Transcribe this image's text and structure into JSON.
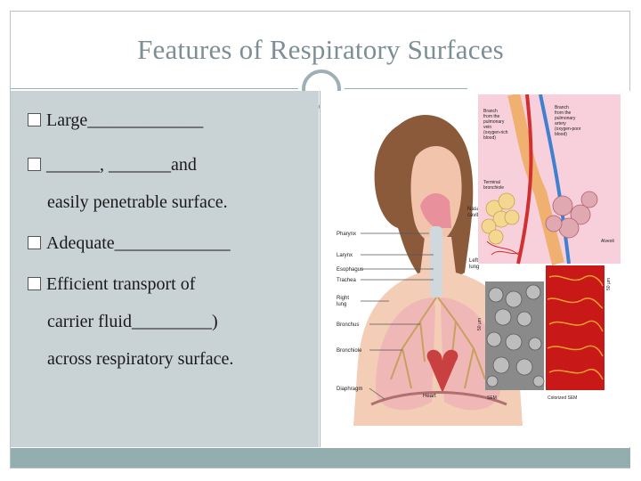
{
  "slide": {
    "title": "Features of Respiratory Surfaces"
  },
  "bullets": [
    {
      "text": "Large_____________"
    },
    {
      "text": "______, _______and"
    },
    {
      "text": "easily penetrable surface."
    },
    {
      "text": "Adequate_____________"
    },
    {
      "text": "Efficient transport of"
    },
    {
      "text": "carrier fluid_________)"
    },
    {
      "text": "across respiratory surface."
    }
  ],
  "figure": {
    "labels": {
      "branch_pulmonary_vein": [
        "Branch",
        "from the",
        "pulmonary",
        "vein",
        "(oxygen-rich",
        "blood)"
      ],
      "branch_pulmonary_artery": [
        "Branch",
        "from the",
        "pulmonary",
        "artery",
        "(oxygen-poor",
        "blood)"
      ],
      "terminal_bronchiole": [
        "Terminal",
        "bronchiole"
      ],
      "nasal_cavity": [
        "Nasal",
        "cavity"
      ],
      "pharynx": "Pharynx",
      "larynx": "Larynx",
      "esophagus": "Esophagus",
      "trachea": "Trachea",
      "right_lung": [
        "Right",
        "lung"
      ],
      "left_lung": [
        "Left",
        "lung"
      ],
      "bronchus": "Bronchus",
      "bronchiole": "Bronchiole",
      "diaphragm": "Diaphragm",
      "heart": "Heart",
      "alveoli": "Alveoli",
      "sem": "SEM",
      "colorized_sem": "Colorized SEM",
      "scale_50um_a": "50 µm",
      "scale_50um_b": "50 µm"
    }
  },
  "colors": {
    "title": "#7d8f94",
    "left_panel": "#c9d2d5",
    "bottom_bar": "#94adaf",
    "accent_ring": "#9fb0b5"
  }
}
